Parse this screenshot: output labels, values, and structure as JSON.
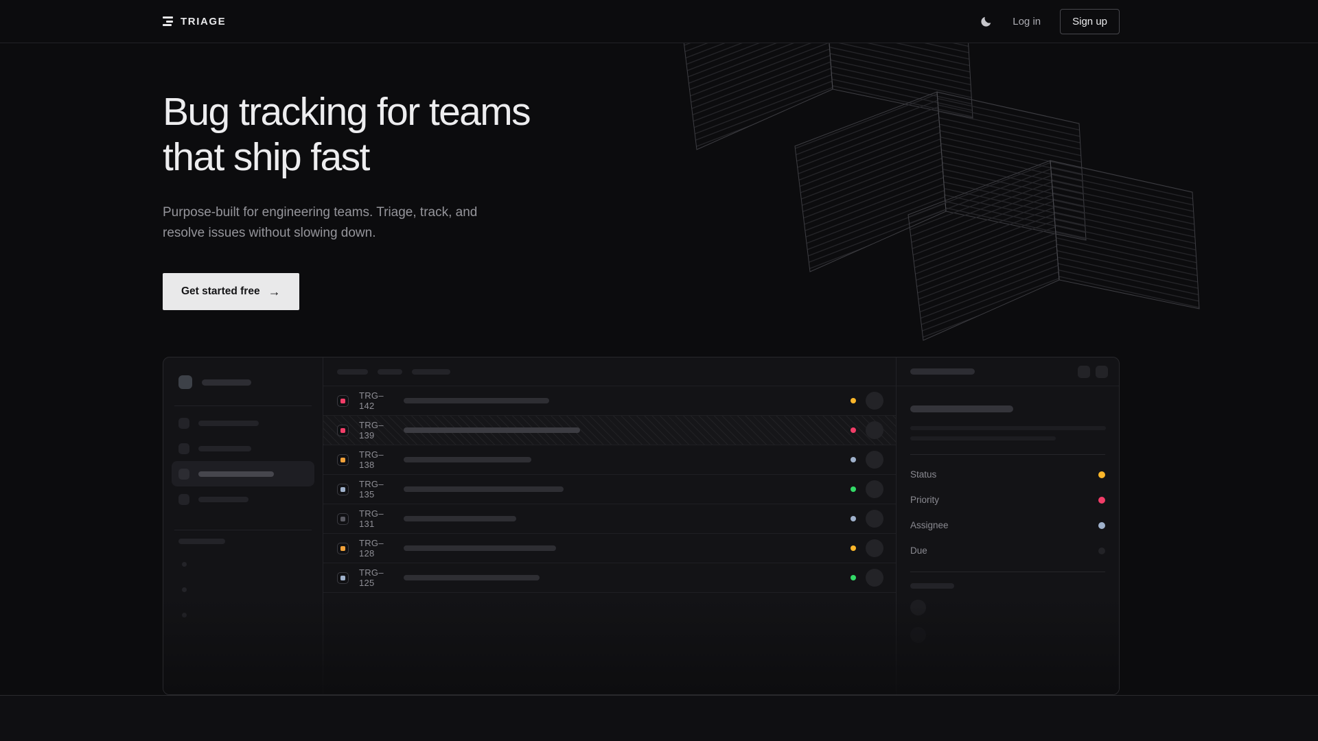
{
  "nav": {
    "brand": "TRIAGE",
    "theme_toggle_icon": "moon-icon",
    "login_label": "Log in",
    "signup_label": "Sign up"
  },
  "hero": {
    "heading_line1": "Bug tracking for teams",
    "heading_line2": "that ship fast",
    "subtitle": "Purpose-built for engineering teams. Triage, track, and resolve issues without slowing down.",
    "cta_label": "Get started free",
    "cta_arrow": "→",
    "cta_arrow_icon": "arrow-right-icon"
  },
  "app_mockup": {
    "issues": [
      {
        "id": "TRG–142",
        "type_color": "#f13d68",
        "status_color": "#fbb62a",
        "title_bar_width": 212,
        "selected": false
      },
      {
        "id": "TRG–139",
        "type_color": "#f13d68",
        "status_color": "#f13d68",
        "title_bar_width": 257,
        "selected": true
      },
      {
        "id": "TRG–138",
        "type_color": "#f0a13a",
        "status_color": "#9fb1cb",
        "title_bar_width": 186,
        "selected": false
      },
      {
        "id": "TRG–135",
        "type_color": "#9fb1cb",
        "status_color": "#33da67",
        "title_bar_width": 233,
        "selected": false
      },
      {
        "id": "TRG–131",
        "type_color": "#5a5a62",
        "status_color": "#9fb1cb",
        "title_bar_width": 164,
        "selected": false
      },
      {
        "id": "TRG–128",
        "type_color": "#f0a13a",
        "status_color": "#fbb62a",
        "title_bar_width": 222,
        "selected": false
      },
      {
        "id": "TRG–125",
        "type_color": "#9fb1cb",
        "status_color": "#33da67",
        "title_bar_width": 198,
        "selected": false
      }
    ],
    "detail_panel": {
      "properties": [
        {
          "label": "Status",
          "value_color": "#fbb62a"
        },
        {
          "label": "Priority",
          "value_color": "#f13d68"
        },
        {
          "label": "Assignee",
          "value_color": "#9fb1cb"
        },
        {
          "label": "Due",
          "value_color": "#232327"
        }
      ]
    }
  },
  "colors": {
    "background": "#0c0c0e",
    "card_background": "#131316",
    "border": "#232327",
    "accent_yellow": "#fbb62a",
    "accent_pink": "#f13d68",
    "accent_green": "#33da67",
    "accent_blue_gray": "#9fb1cb",
    "cta_background": "#e9e9ea"
  }
}
